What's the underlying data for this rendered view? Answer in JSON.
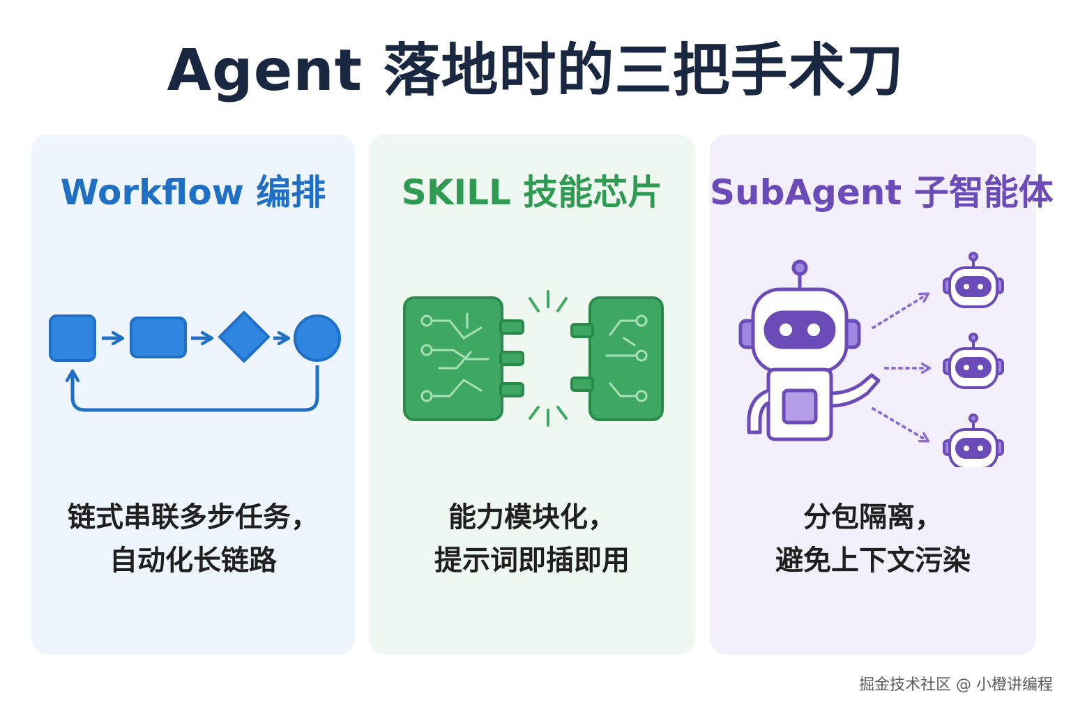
{
  "title": "Agent 落地时的三把手术刀",
  "cards": [
    {
      "heading": "Workflow 编排",
      "desc_line1": "链式串联多步任务，",
      "desc_line2": "自动化长链路",
      "accent": "#1f7fd8",
      "background": "#eef5fd",
      "icon": "workflow-flowchart-icon"
    },
    {
      "heading": "SKILL 技能芯片",
      "desc_line1": "能力模块化，",
      "desc_line2": "提示词即插即用",
      "accent": "#3aa35b",
      "background": "#eef8f1",
      "icon": "plug-in-chip-icon"
    },
    {
      "heading": "SubAgent 子智能体",
      "desc_line1": "分包隔离，",
      "desc_line2": "避免上下文污染",
      "accent": "#7656c2",
      "background": "#f3effb",
      "icon": "robot-delegation-icon"
    }
  ],
  "watermark": "掘金技术社区 @ 小橙讲编程"
}
